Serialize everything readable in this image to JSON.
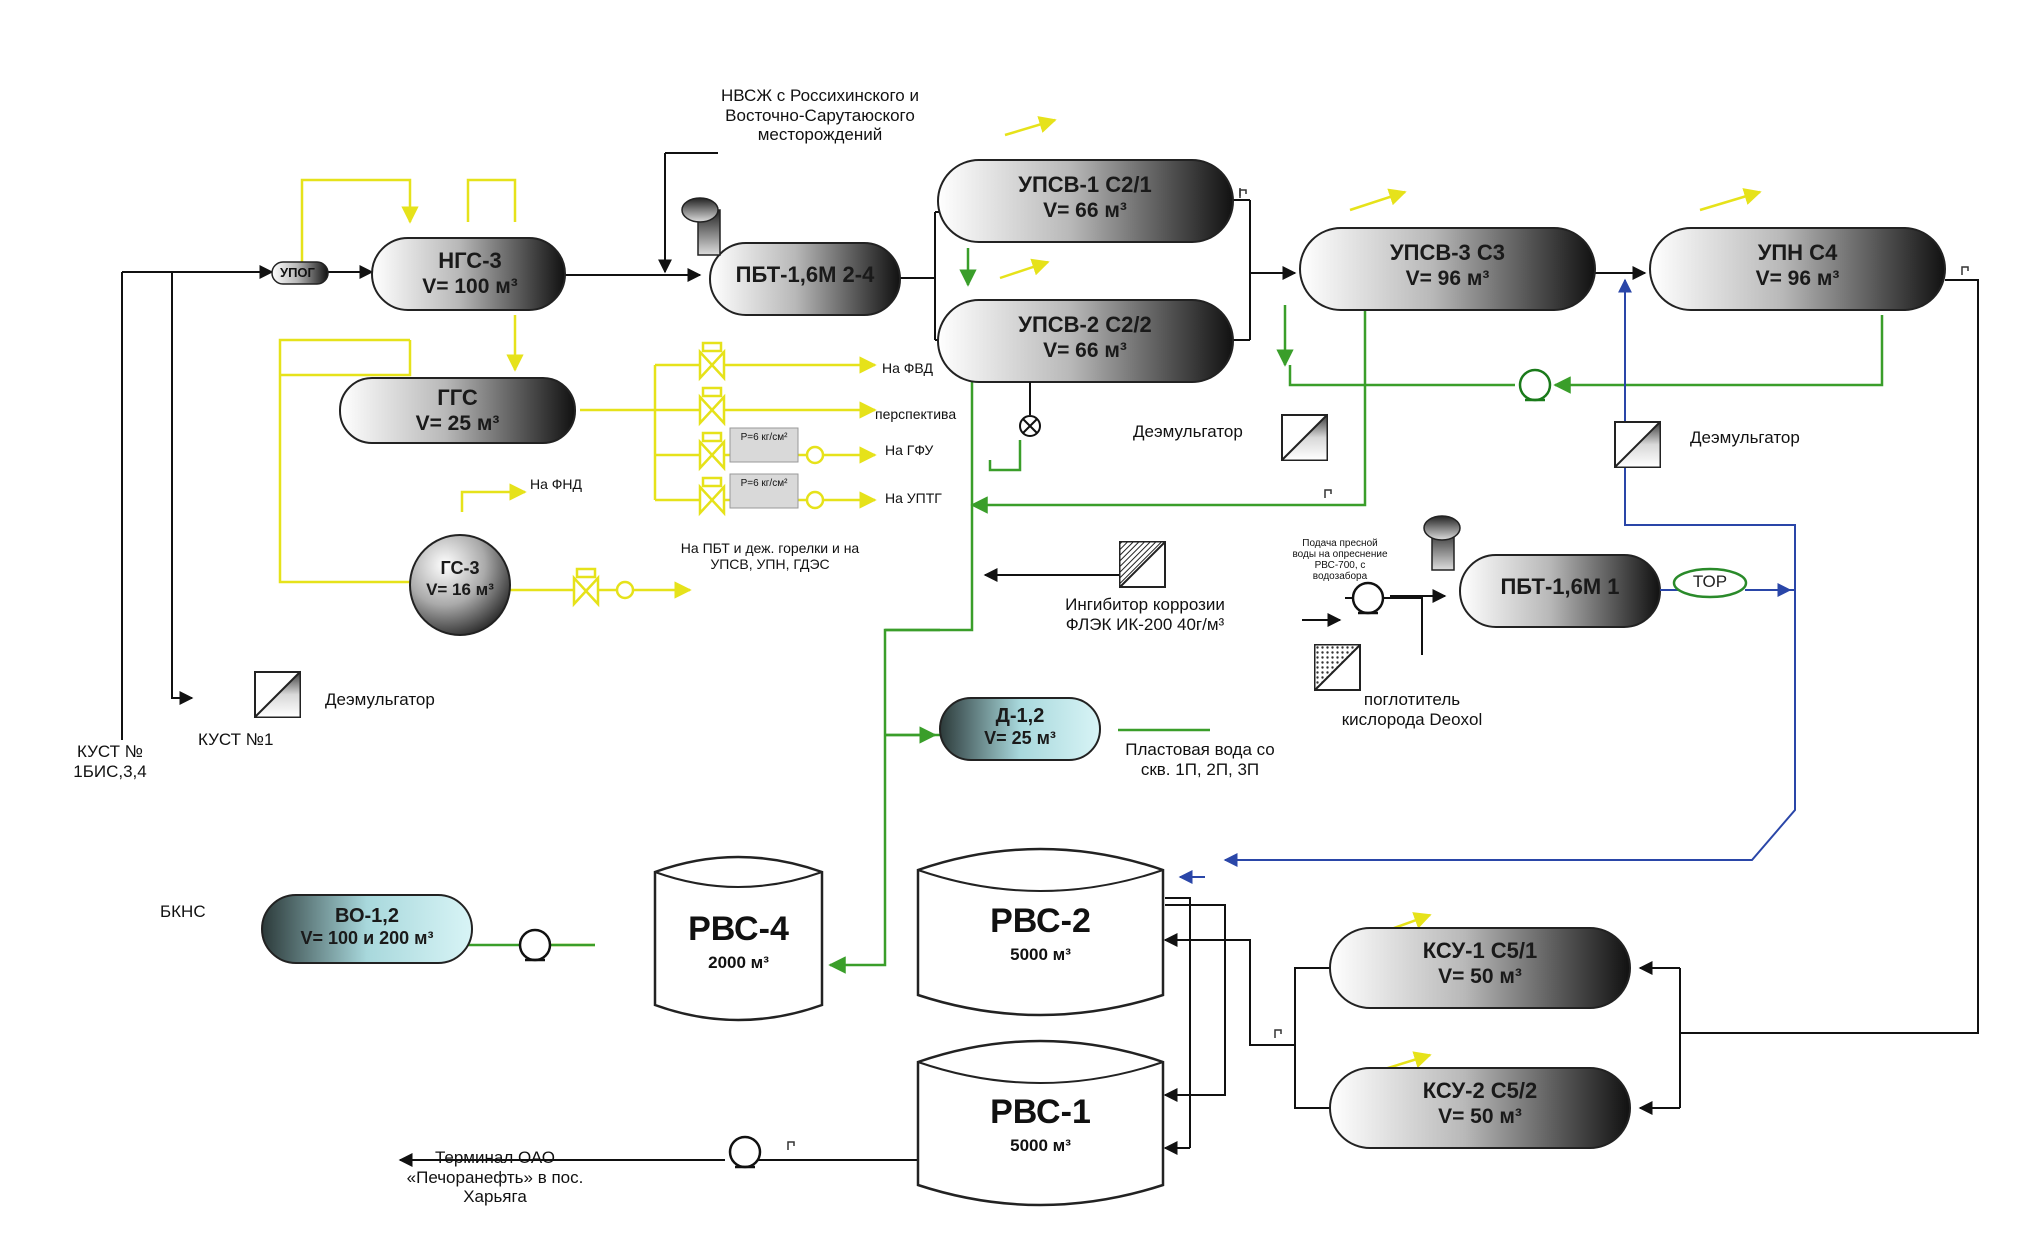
{
  "vessels": {
    "ngs3": {
      "title": "НГС-3",
      "volume": "V= 100 м³"
    },
    "pbt_24": {
      "title": "ПБТ-1,6М 2-4"
    },
    "upsv1": {
      "title": "УПСВ-1 С2/1",
      "volume": "V= 66 м³"
    },
    "upsv2": {
      "title": "УПСВ-2 С2/2",
      "volume": "V= 66 м³"
    },
    "upsv3": {
      "title": "УПСВ-3 С3",
      "volume": "V= 96 м³"
    },
    "upn": {
      "title": "УПН С4",
      "volume": "V= 96 м³"
    },
    "ggs": {
      "title": "ГГС",
      "volume": "V= 25 м³"
    },
    "gs3": {
      "title": "ГС-3",
      "volume": "V= 16 м³"
    },
    "pbt_1": {
      "title": "ПБТ-1,6М 1"
    },
    "d12": {
      "title": "Д-1,2",
      "volume": "V= 25 м³"
    },
    "vo12": {
      "title": "ВО-1,2",
      "volume": "V= 100 и 200 м³"
    },
    "ksu1": {
      "title": "КСУ-1 С5/1",
      "volume": "V= 50 м³"
    },
    "ksu2": {
      "title": "КСУ-2 С5/2",
      "volume": "V= 50 м³"
    }
  },
  "tanks": {
    "rvs4": {
      "title": "РВС-4",
      "volume": "2000 м³"
    },
    "rvs2": {
      "title": "РВС-2",
      "volume": "5000 м³"
    },
    "rvs1": {
      "title": "РВС-1",
      "volume": "5000 м³"
    }
  },
  "labels": {
    "upog": "УПОГ",
    "nvszh": "НВСЖ с Россихинского и Восточно-Сарутаюского месторождений",
    "na_fvd": "На ФВД",
    "perspektiva": "перспектива",
    "na_gfu": "На ГФУ",
    "na_uptg": "На УПТГ",
    "na_fnd": "На ФНД",
    "na_pbt": "На ПБТ и деж. горелки и на УПСВ, УПН, ГДЭС",
    "p_valve": "P=6 кг/см²",
    "demulg_1": "Деэмульгатор",
    "demulg_2": "Деэмульгатор",
    "demulg_3": "Деэмульгатор",
    "kust_1bis": "КУСТ № 1БИС,3,4",
    "kust_1": "КУСТ №1",
    "inhibitor": "Ингибитор коррозии ФЛЭК ИК-200 40г/м³",
    "fresh_water": "Подача пресной воды на опреснение РВС-700, с водозабора",
    "oxygen_absorber": "поглотитель кислорода Deoxol",
    "tor": "ТОР",
    "plast_water": "Пластовая вода со скв. 1П, 2П, 3П",
    "bkns": "БКНС",
    "terminal": "Терминал ОАО «Печоранефть» в пос. Харьяга"
  },
  "colors": {
    "oil_line": "#111111",
    "gas_line": "#e6e21a",
    "water_line": "#3a9e2a",
    "fresh_water_line": "#2a46a8",
    "vessel_label": "#1a1a1a"
  }
}
